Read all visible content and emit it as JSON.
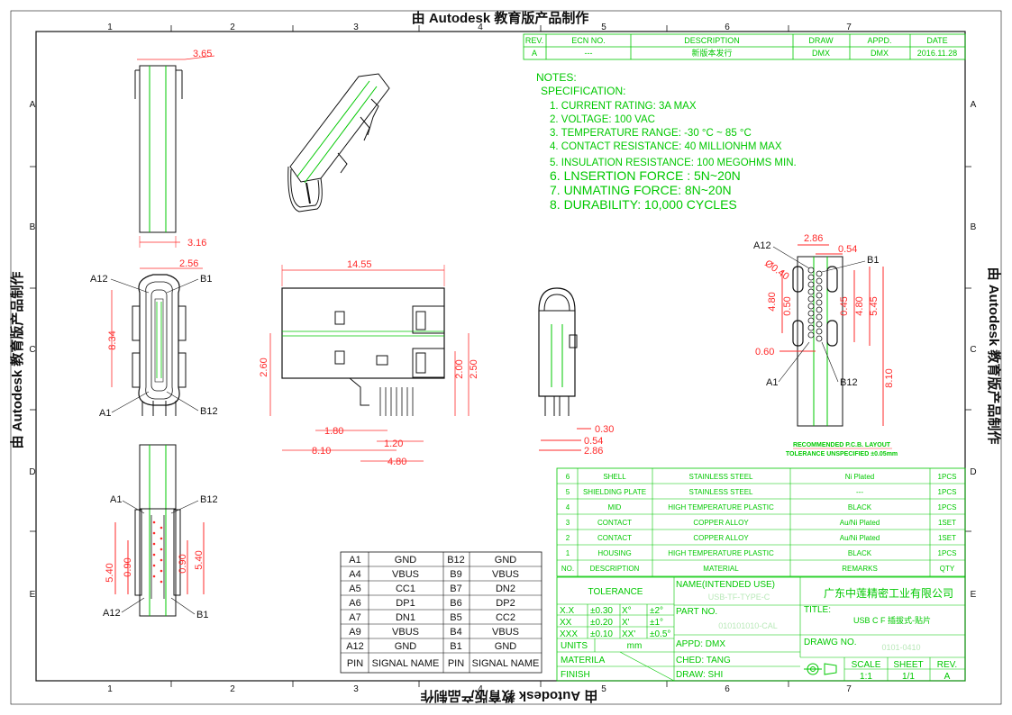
{
  "watermark": {
    "top": "由 Autodesk 教育版产品制作",
    "bottom": "由 Autodesk 教育版产品制作",
    "left": "由 Autodesk 教育版产品制作",
    "right": "由 Autodesk 教育版产品制作"
  },
  "grid": {
    "columns": [
      "1",
      "2",
      "3",
      "4",
      "5",
      "6",
      "7"
    ],
    "rows": [
      "A",
      "B",
      "C",
      "D",
      "E"
    ]
  },
  "revision": {
    "headers": [
      "REV.",
      "ECN NO.",
      "DESCRIPTION",
      "DRAW",
      "APPD.",
      "DATE"
    ],
    "row": [
      "A",
      "---",
      "新版本发行",
      "DMX",
      "DMX",
      "2016.11.28"
    ]
  },
  "notes": {
    "title": "NOTES:",
    "subtitle": "SPECIFICATION:",
    "items": [
      "1. CURRENT RATING: 3A MAX",
      "2. VOLTAGE: 100 VAC",
      "3. TEMPERATURE RANGE: -30 °C ~ 85 °C",
      "4. CONTACT RESISTANCE: 40 MILLIONHM MAX",
      "5. INSULATION RESISTANCE: 100 MEGOHMS MIN.",
      "6. LNSERTION FORCE : 5N~20N",
      "7. UNMATING FORCE: 8N~20N",
      "8. DURABILITY: 10,000 CYCLES"
    ]
  },
  "dimensions": {
    "top_width": "3.65",
    "top_bottom": "3.16",
    "front_width": "2.56",
    "front_height": "8.34",
    "front_a12": "A12",
    "front_b1": "B1",
    "front_a1": "A1",
    "front_b12": "B12",
    "side_length": "14.55",
    "side_h1": "2.60",
    "side_h2": "2.00",
    "side_h3": "2.50",
    "side_180": "1.80",
    "side_810": "8.10",
    "side_120": "1.20",
    "side_480": "4.80",
    "end_030": "0.30",
    "end_054": "0.54",
    "end_286": "2.86",
    "bot_a1": "A1",
    "bot_b12": "B12",
    "bot_a12": "A12",
    "bot_b1": "B1",
    "bot_540a": "5.40",
    "bot_090a": "0.90",
    "bot_090b": "0.90",
    "bot_540b": "5.40",
    "pcb_286": "2.86",
    "pcb_054": "0.54",
    "pcb_a12": "A12",
    "pcb_040": "Ø0.40",
    "pcb_b1": "B1",
    "pcb_480a": "4.80",
    "pcb_050": "0.50",
    "pcb_045": "0.45",
    "pcb_480b": "4.80",
    "pcb_545": "5.45",
    "pcb_060": "0.60",
    "pcb_a1": "A1",
    "pcb_b12": "B12",
    "pcb_810": "8.10",
    "pcb_note1": "RECOMMENDED  P.C.B. LAYOUT",
    "pcb_note2": "TOLERANCE UNSPECIFIED ±0.05mm"
  },
  "bom": {
    "rows": [
      {
        "no": "6",
        "desc": "SHELL",
        "mat": "STAINLESS STEEL",
        "rem": "Ni Plated",
        "qty": "1PCS"
      },
      {
        "no": "5",
        "desc": "SHIELDING PLATE",
        "mat": "STAINLESS STEEL",
        "rem": "---",
        "qty": "1PCS"
      },
      {
        "no": "4",
        "desc": "MID",
        "mat": "HIGH TEMPERATURE PLASTIC",
        "rem": "BLACK",
        "qty": "1PCS"
      },
      {
        "no": "3",
        "desc": "CONTACT",
        "mat": "COPPER ALLOY",
        "rem": "Au/Ni Plated",
        "qty": "1SET"
      },
      {
        "no": "2",
        "desc": "CONTACT",
        "mat": "COPPER ALLOY",
        "rem": "Au/Ni Plated",
        "qty": "1SET"
      },
      {
        "no": "1",
        "desc": "HOUSING",
        "mat": "HIGH TEMPERATURE PLASTIC",
        "rem": "BLACK",
        "qty": "1PCS"
      }
    ],
    "header": {
      "no": "NO.",
      "desc": "DESCRIPTION",
      "mat": "MATERIAL",
      "rem": "REMARKS",
      "qty": "QTY"
    }
  },
  "pins": {
    "rows": [
      [
        "A1",
        "GND",
        "B12",
        "GND"
      ],
      [
        "A4",
        "VBUS",
        "B9",
        "VBUS"
      ],
      [
        "A5",
        "CC1",
        "B7",
        "DN2"
      ],
      [
        "A6",
        "DP1",
        "B6",
        "DP2"
      ],
      [
        "A7",
        "DN1",
        "B5",
        "CC2"
      ],
      [
        "A9",
        "VBUS",
        "B4",
        "VBUS"
      ],
      [
        "A12",
        "GND",
        "B1",
        "GND"
      ]
    ],
    "header": [
      "PIN",
      "SIGNAL NAME",
      "PIN",
      "SIGNAL NAME"
    ]
  },
  "title_block": {
    "tolerance_label": "TOLERANCE",
    "tol_rows": [
      [
        "X.X",
        "±0.30",
        "X°",
        "±2°"
      ],
      [
        "XX",
        "±0.20",
        "X'",
        "±1°"
      ],
      [
        "XXX",
        "±0.10",
        "XX'",
        "±0.5°"
      ]
    ],
    "units_label": "UNITS",
    "units_value": "mm",
    "material_label": "MATERILA",
    "finish_label": "FINISH",
    "name_label": "NAME(INTENDED USE)",
    "name_value": "USB-TF-TYPE-C",
    "part_label": "PART NO.",
    "part_value": "010101010-CAL",
    "appd_label": "APPD: DMX",
    "ched_label": "CHED: TANG",
    "draw_label": "DRAW: SHI",
    "company": "广东中莲精密工业有限公司",
    "title_label": "TITLE:",
    "title_value": "USB C F 插拔式-贴片",
    "drawno_label": "DRAWG NO.",
    "drawno_value": "0101-0410",
    "scale_label": "SCALE",
    "scale_value": "1:1",
    "sheet_label": "SHEET",
    "sheet_value": "1/1",
    "rev_label": "REV.",
    "rev_value": "A"
  }
}
